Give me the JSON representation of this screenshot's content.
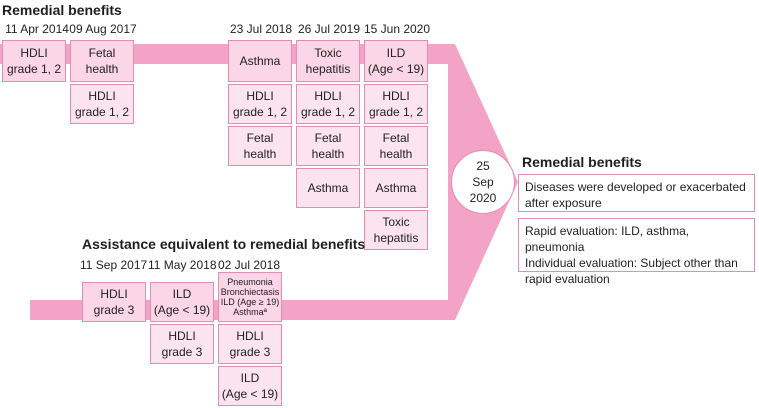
{
  "colors": {
    "band": "#f3a3c6",
    "box_fill": "#fbe4ee",
    "box_border": "#e58cb2"
  },
  "top": {
    "title": "Remedial benefits",
    "dates": [
      "11 Apr 2014",
      "09 Aug 2017",
      "23 Jul 2018",
      "26 Jul 2019",
      "15 Jun 2020"
    ],
    "columns": [
      [
        "HDLI\ngrade 1, 2"
      ],
      [
        "Fetal\nhealth",
        "HDLI\ngrade 1, 2"
      ],
      [
        "Asthma",
        "HDLI\ngrade 1, 2",
        "Fetal\nhealth"
      ],
      [
        "Toxic\nhepatitis",
        "HDLI\ngrade 1, 2",
        "Fetal\nhealth",
        "Asthma"
      ],
      [
        "ILD\n(Age < 19)",
        "HDLI\ngrade 1, 2",
        "Fetal\nhealth",
        "Asthma",
        "Toxic\nhepatitis"
      ]
    ]
  },
  "bottom": {
    "title": "Assistance equivalent to remedial benefits",
    "dates": [
      "11 Sep 2017",
      "11 May 2018",
      "02 Jul 2018"
    ],
    "columns": [
      [
        "HDLI\ngrade 3"
      ],
      [
        "ILD\n(Age < 19)",
        "HDLI\ngrade 3"
      ],
      [
        "Pneumonia\nBronchiectasis\nILD (Age ≥ 19)\nAsthmaª",
        "HDLI\ngrade 3",
        "ILD\n(Age < 19)"
      ]
    ]
  },
  "merge_date": "25\nSep\n2020",
  "result": {
    "title": "Remedial benefits",
    "box1": "Diseases were developed or exacerbated\nafter exposure",
    "box2": "Rapid evaluation: ILD, asthma, pneumonia\nIndividual evaluation: Subject other than\nrapid evaluation"
  }
}
